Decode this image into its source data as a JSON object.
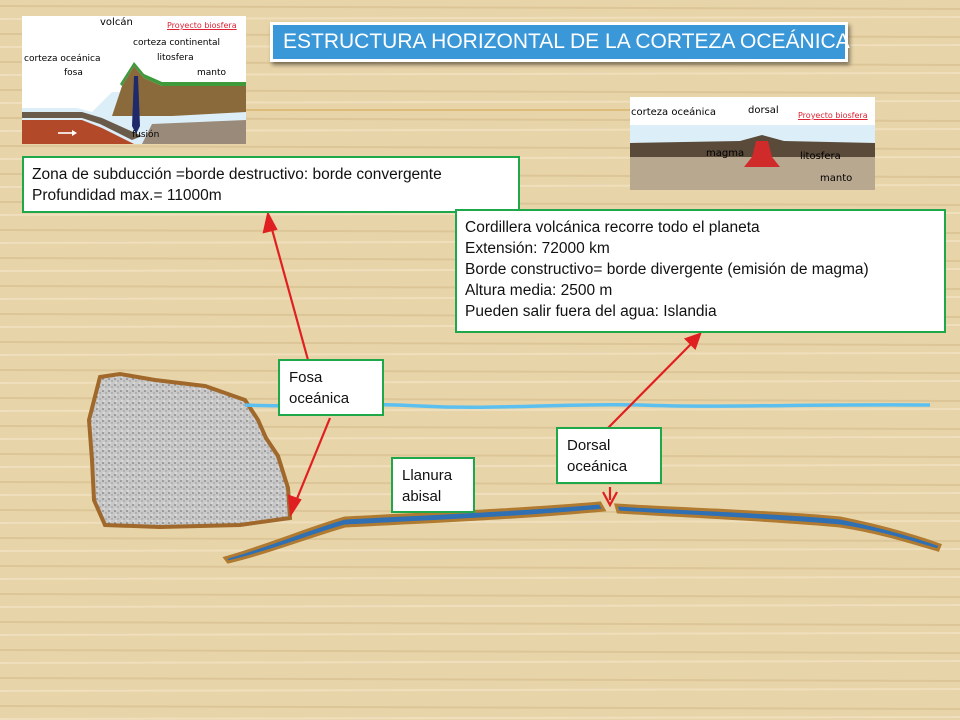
{
  "title": "ESTRUCTURA HORIZONTAL DE LA CORTEZA OCEÁNICA",
  "insets": {
    "subduction": {
      "credit": "Proyecto biosfera",
      "labels": {
        "volcan": "volcán",
        "corteza_oceanica": "corteza oceánica",
        "corteza_continental": "corteza continental",
        "fosa": "fosa",
        "litosfera": "litosfera",
        "manto": "manto",
        "fusion": "fusión"
      }
    },
    "ridge": {
      "credit": "Proyecto biosfera",
      "labels": {
        "corteza_oceanica": "corteza oceánica",
        "dorsal": "dorsal",
        "magma": "magma",
        "litosfera": "litosfera",
        "manto": "manto"
      }
    }
  },
  "subduction_box": {
    "lines": [
      "Zona de subducción =borde destructivo: borde convergente",
      "Profundidad max.= 11000m"
    ]
  },
  "ridge_box": {
    "lines": [
      "Cordillera volcánica recorre todo el planeta",
      "Extensión: 72000 km",
      "Borde constructivo= borde divergente (emisión de magma)",
      "Altura media: 2500 m",
      "Pueden salir fuera del agua: Islandia"
    ]
  },
  "labels": {
    "fosa": [
      "Fosa",
      "oceánica"
    ],
    "llanura": [
      "Llanura",
      "abisal"
    ],
    "dorsal": [
      "Dorsal",
      "oceánica"
    ]
  },
  "colors": {
    "background": "#e9d6ac",
    "title_box": "#3a98d9",
    "box_border": "#1ea84a",
    "arrow": "#e02020",
    "sea_line": "#5bc0f0",
    "sea_floor": "#2f6fb3",
    "floor_outline": "#b07a30",
    "continent_fill": "#c9c9c9",
    "continent_outline": "#a0682a"
  }
}
